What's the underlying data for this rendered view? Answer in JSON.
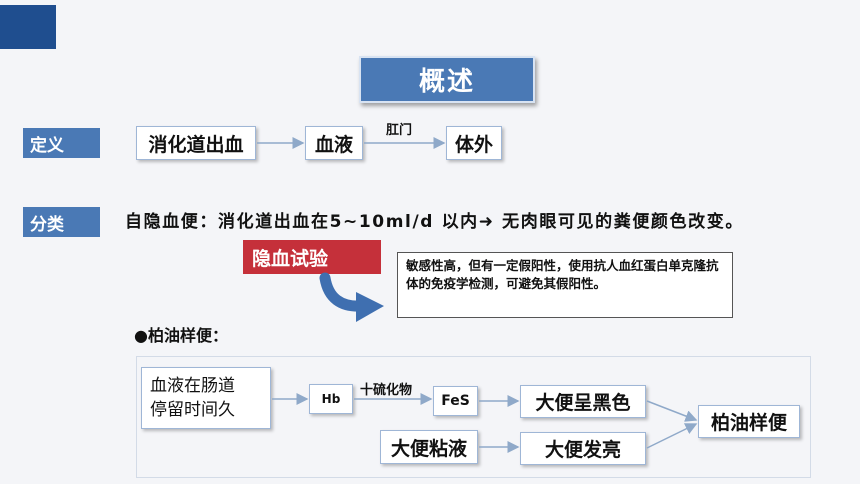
{
  "title": "概述",
  "definition": {
    "tag": "定义",
    "flow": [
      "消化道出血",
      "血液",
      "体外"
    ],
    "arrow_label": "肛门"
  },
  "classification": {
    "tag": "分类",
    "hidden_blood_text": "自隐血便：消化道出血在5~10ml/d 以内➜ 无肉眼可见的粪便颜色改变。",
    "test_tag": "隐血试验",
    "note": "敏感性高，但有一定假阳性，使用抗人血红蛋白单克隆抗体的免疫学检测，可避免其假阳性。",
    "tarry_heading": "●柏油样便：",
    "tarry": {
      "cause_line1": "血液在肠道",
      "cause_line2": "停留时间久",
      "hb": "Hb",
      "sulfide_label": "十硫化物",
      "fes": "FeS",
      "black": "大便呈黑色",
      "sticky": "大便粘液",
      "bright": "大便发亮",
      "result": "柏油样便"
    }
  },
  "colors": {
    "accent_blue": "#4a79b5",
    "dark_blue": "#1f4e8f",
    "test_red": "#c5303a",
    "arrow": "#8fa9c9"
  }
}
